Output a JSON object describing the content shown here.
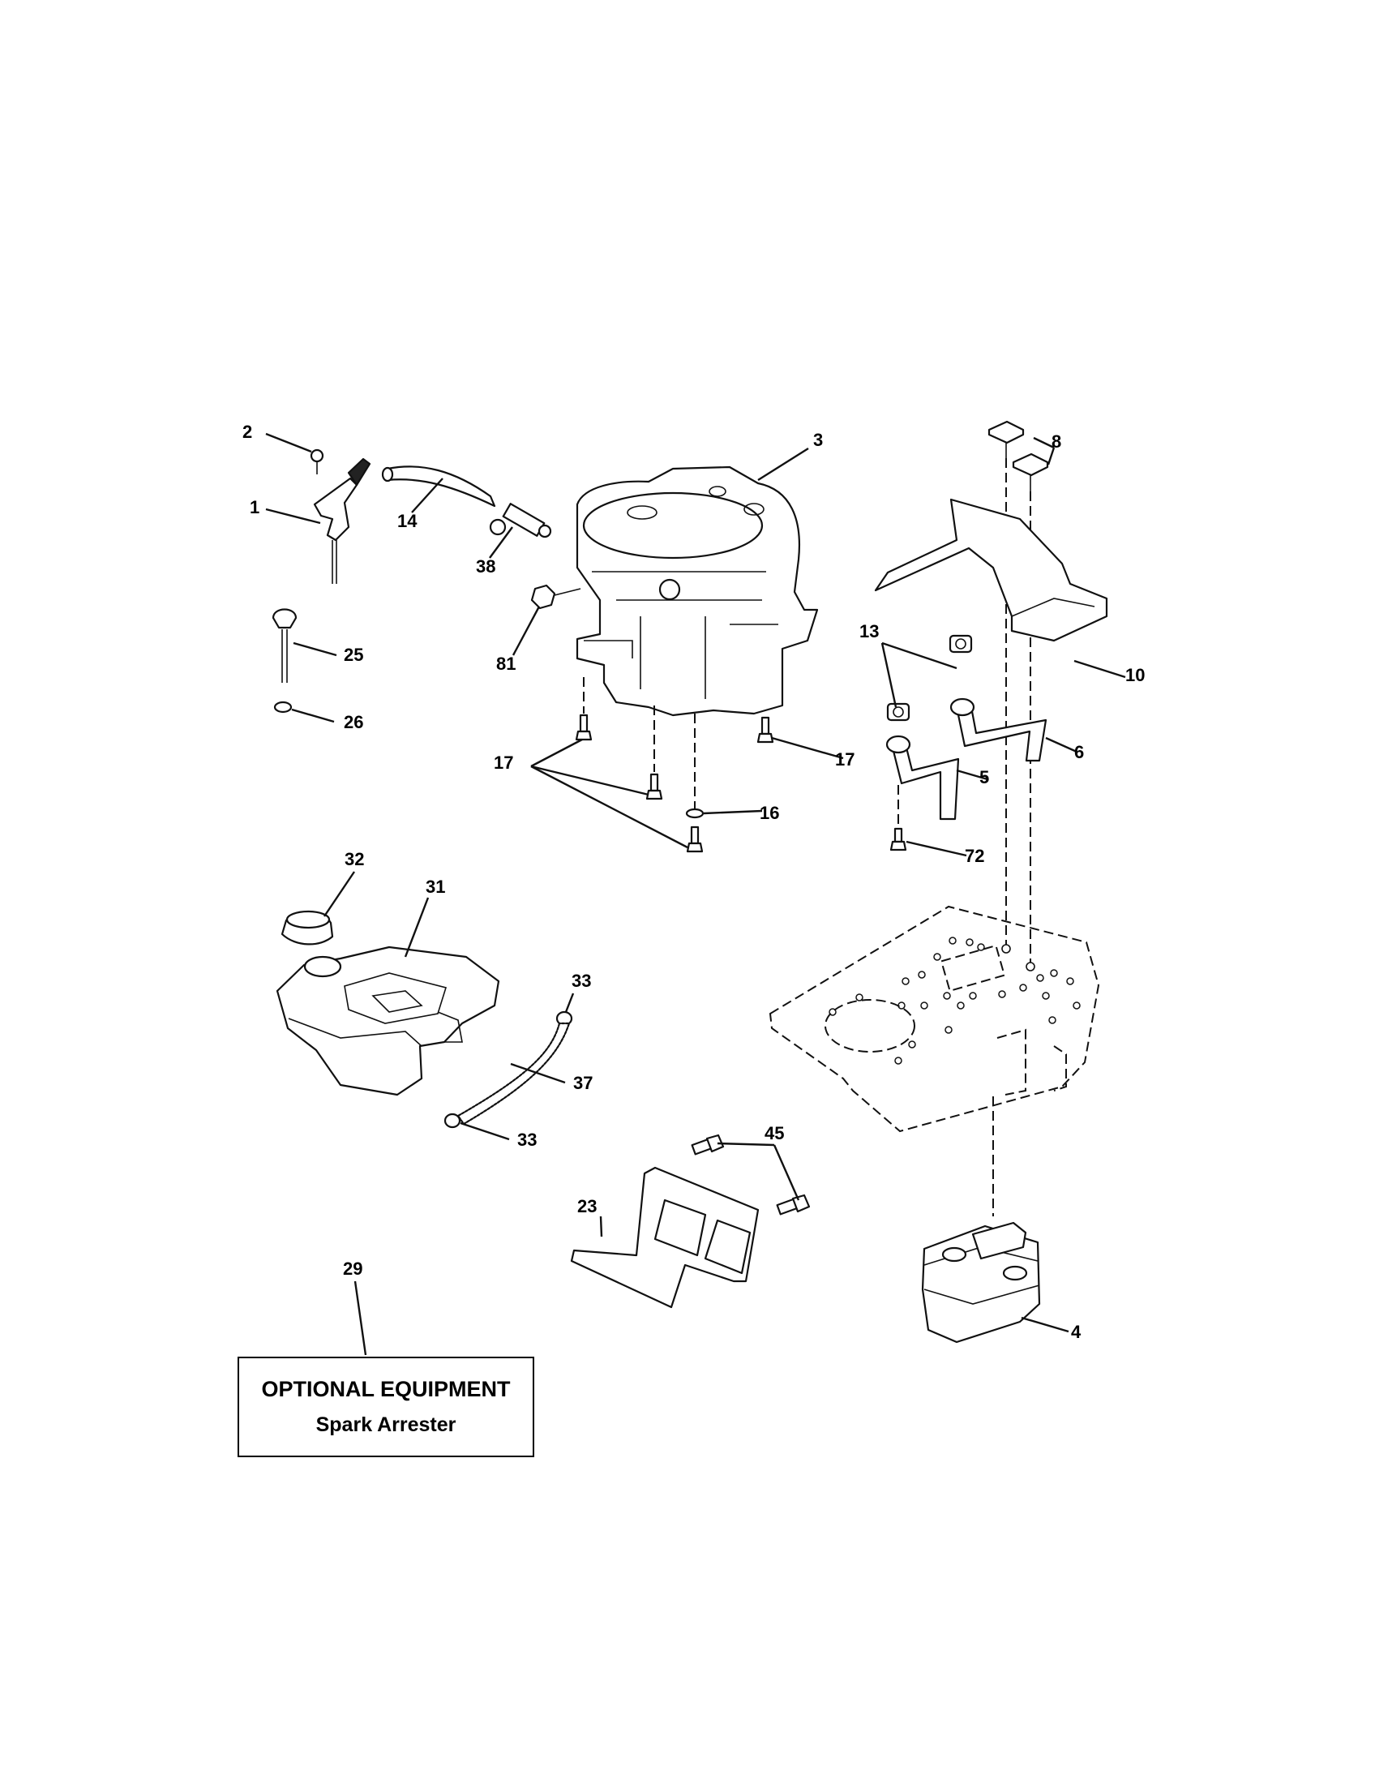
{
  "callouts": {
    "c1": "1",
    "c2": "2",
    "c3": "3",
    "c4": "4",
    "c5": "5",
    "c6": "6",
    "c8": "8",
    "c10": "10",
    "c13": "13",
    "c14": "14",
    "c16": "16",
    "c17": "17",
    "c23": "23",
    "c25": "25",
    "c26": "26",
    "c29": "29",
    "c31": "31",
    "c32": "32",
    "c33": "33",
    "c37": "37",
    "c38": "38",
    "c45": "45",
    "c72": "72",
    "c81": "81"
  },
  "optional_box": {
    "title": "OPTIONAL EQUIPMENT",
    "subtitle": "Spark Arrester"
  }
}
